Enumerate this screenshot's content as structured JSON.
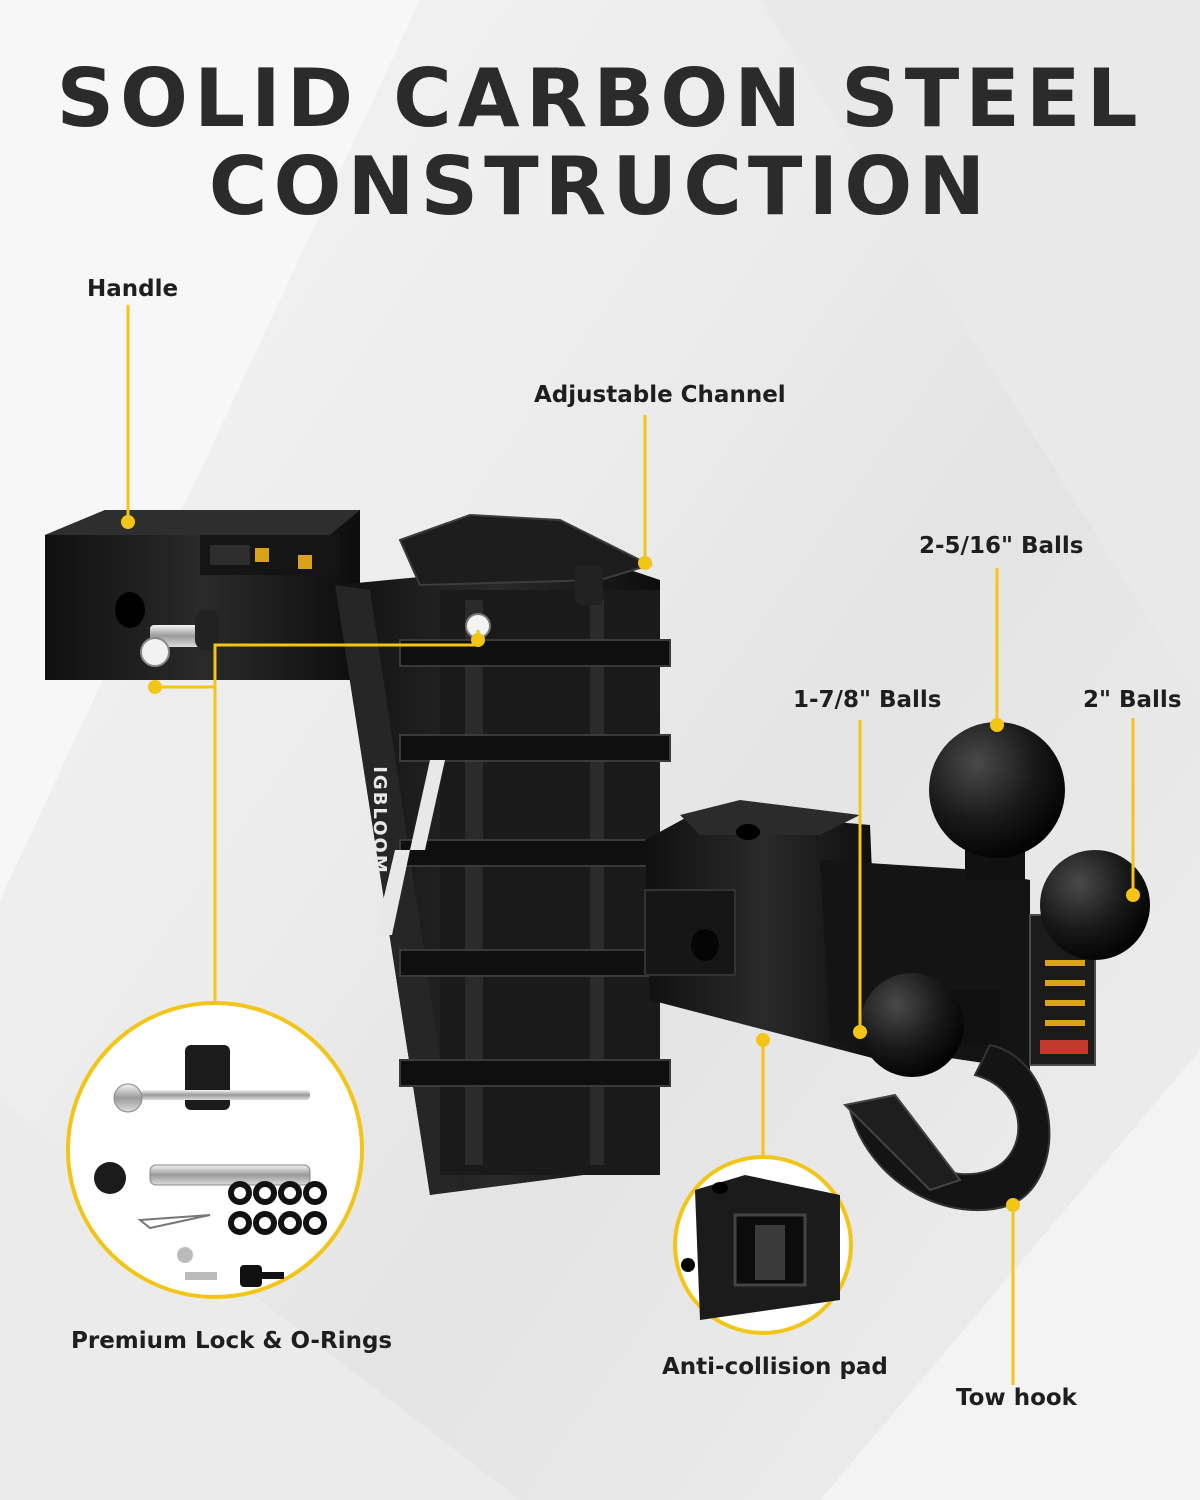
{
  "headline": {
    "line1": "SOLID CARBON STEEL",
    "line2": "CONSTRUCTION"
  },
  "callouts": {
    "handle": "Handle",
    "adjustable_channel": "Adjustable Channel",
    "balls_large": "2-5/16\" Balls",
    "balls_small": "1-7/8\" Balls",
    "balls_medium": "2\" Balls",
    "lock_orings": "Premium Lock & O-Rings",
    "anti_collision": "Anti-collision pad",
    "tow_hook": "Tow hook"
  },
  "brand": {
    "name": "IGBLOOM"
  },
  "colors": {
    "accent": "#f2c518",
    "steel": "#1c1c1c",
    "headline": "#2b2b2b"
  }
}
